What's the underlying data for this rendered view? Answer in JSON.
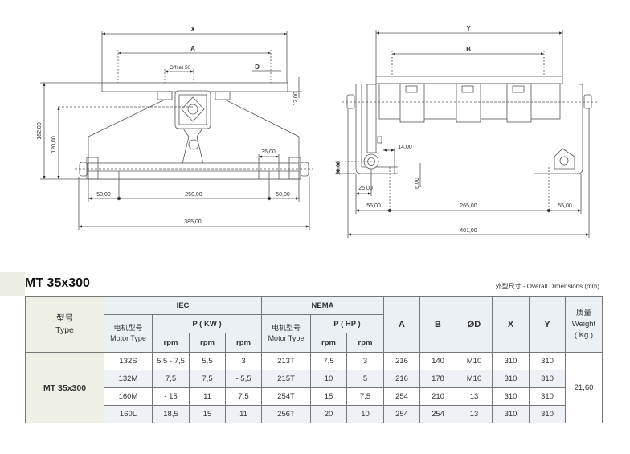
{
  "drawing": {
    "front": {
      "x": "X",
      "a": "A",
      "offset": "Offset 50",
      "d": "D",
      "h162": "162,00",
      "h120": "120,00",
      "h12": "12,00",
      "w35": "35,00",
      "l50": "50,00",
      "c250": "250,00",
      "r50": "50,00",
      "w385": "385,00"
    },
    "side": {
      "y": "Y",
      "b": "B",
      "w14": "14,00",
      "h20": "20,00",
      "w25": "25,00",
      "h6": "6,00",
      "l55": "55,00",
      "c265": "265,00",
      "r55": "55,00",
      "w401": "401,00"
    }
  },
  "title": "MT 35x300",
  "caption": "外型尺寸 - Overall Dimensions (mm)",
  "table": {
    "type_cn": "型号",
    "type_en": "Type",
    "iec": "IEC",
    "nema": "NEMA",
    "motor_cn": "电机型号",
    "motor_en": "Motor Type",
    "p_kw": "P ( KW )",
    "p_hp": "P ( HP )",
    "rpm": "rpm",
    "a": "A",
    "b": "B",
    "d": "ØD",
    "x": "X",
    "y": "Y",
    "weight_cn": "质量",
    "weight_en": "Weight",
    "weight_unit": "( Kg )",
    "model": "MT 35x300",
    "weight": "21,60",
    "rows": [
      [
        "132S",
        "5,5 - 7,5",
        "5,5",
        "3",
        "213T",
        "7,5",
        "3",
        "216",
        "140",
        "M10",
        "310",
        "310"
      ],
      [
        "132M",
        "7,5",
        "7,5",
        "- 5,5",
        "215T",
        "10",
        "5",
        "216",
        "178",
        "M10",
        "310",
        "310"
      ],
      [
        "160M",
        "- 15",
        "11",
        "7,5",
        "254T",
        "15",
        "7,5",
        "254",
        "210",
        "13",
        "310",
        "310"
      ],
      [
        "160L",
        "18,5",
        "15",
        "11",
        "256T",
        "20",
        "10",
        "254",
        "254",
        "13",
        "310",
        "310"
      ]
    ]
  }
}
